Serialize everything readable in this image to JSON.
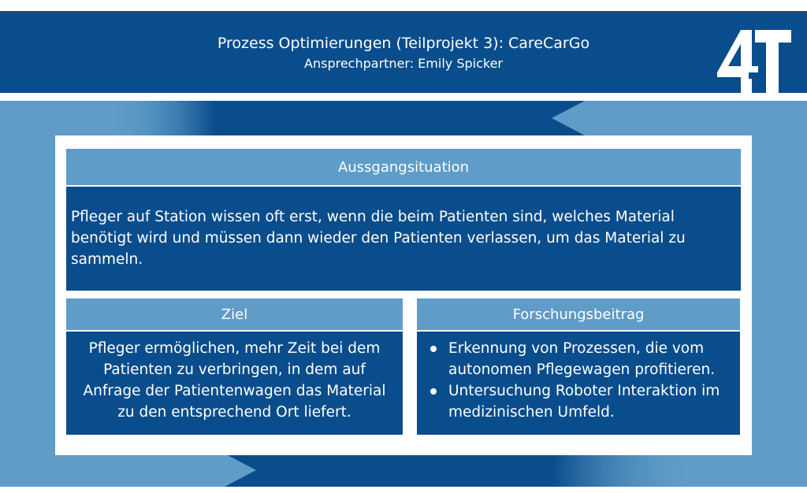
{
  "header": {
    "title": "Prozess Optimierungen (Teilprojekt 3): CareCarGo",
    "subtitle": "Ansprechpartner: Emily Spicker",
    "logo_text": "4T"
  },
  "situation": {
    "heading": "Aussgangsituation",
    "text": "Pfleger auf Station wissen oft erst, wenn die beim Patienten sind, welches Material benötigt wird und müssen dann wieder den Patienten verlassen, um das Material zu sammeln."
  },
  "ziel": {
    "heading": "Ziel",
    "text": "Pfleger ermöglichen, mehr Zeit bei dem Patienten zu verbringen, in dem auf Anfrage der Patientenwagen das Material zu den entsprechend Ort liefert."
  },
  "forschungsbeitrag": {
    "heading": "Forschungsbeitrag",
    "items": [
      "Erkennung von Prozessen, die vom autonomen Pflegewagen profitieren.",
      "Untersuchung Roboter Interaktion im medizinischen Umfeld."
    ]
  },
  "colors": {
    "dark_blue": "#0a4d8c",
    "light_blue": "#5f9cc8",
    "white": "#ffffff"
  }
}
